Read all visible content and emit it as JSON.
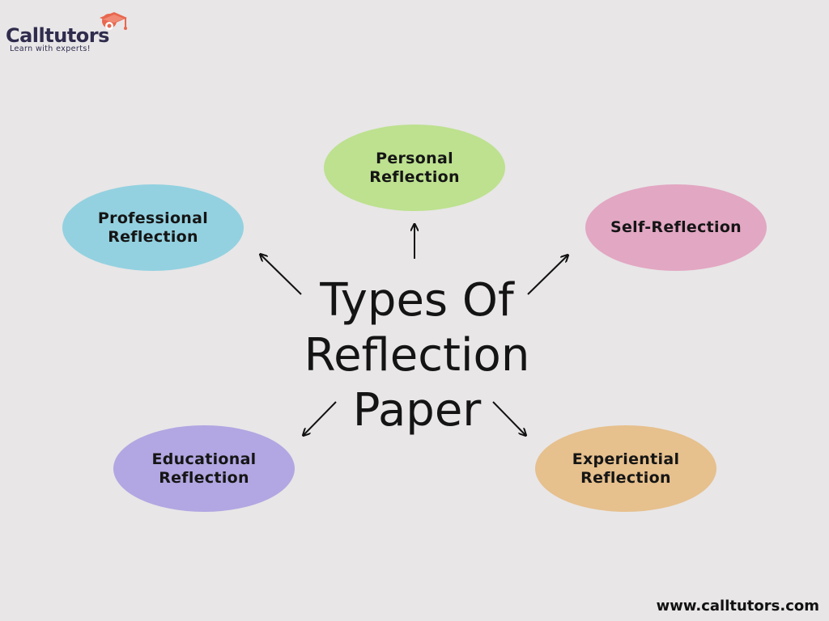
{
  "logo": {
    "name": "Calltutors",
    "tagline": "Learn with experts!",
    "colors": {
      "text": "#2f2c4d",
      "cap": "#e8674f"
    }
  },
  "diagram": {
    "title": "Types Of\nReflection\nPaper",
    "nodes": [
      {
        "id": "personal",
        "label": "Personal\nReflection",
        "color": "#bde18f"
      },
      {
        "id": "professional",
        "label": "Professional\nReflection",
        "color": "#93d1e0"
      },
      {
        "id": "self",
        "label": "Self-Reflection",
        "color": "#e2a7c3"
      },
      {
        "id": "educational",
        "label": "Educational\nReflection",
        "color": "#b2a7e2"
      },
      {
        "id": "experiential",
        "label": "Experiential\nReflection",
        "color": "#e6c08d"
      }
    ]
  },
  "footer": {
    "url": "www.calltutors.com"
  }
}
